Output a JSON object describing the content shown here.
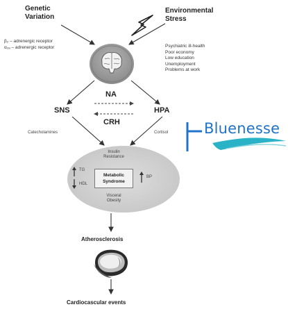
{
  "genetic": {
    "title_line1": "Genetic",
    "title_line2": "Variation",
    "items": [
      "β₂ – adrenergic receptor",
      "α₂ₐ – adrenergic receptor"
    ]
  },
  "environmental": {
    "title_line1": "Environmental",
    "title_line2": "Stress",
    "items": [
      "Psychiatric ill-health",
      "Poor economy",
      "Low education",
      "Unemployment",
      "Problems at work"
    ]
  },
  "nodes": {
    "na": "NA",
    "crh": "CRH",
    "sns": "SNS",
    "hpa": "HPA"
  },
  "mediators": {
    "left": "Catecholamines",
    "right": "Cortisol"
  },
  "metabolic": {
    "top_line1": "Insulin",
    "top_line2": "Resistance",
    "center_line1": "Metabolic",
    "center_line2": "Syndrome",
    "left_tg": "TG",
    "left_hdl": "HDL",
    "right_bp": "BP",
    "bottom_line1": "Visceral",
    "bottom_line2": "Obesity"
  },
  "outcomes": {
    "atherosclerosis": "Atherosclerosis",
    "cardiovascular": "Cardiocascular events"
  },
  "brand": {
    "name": "Bluenesse",
    "color": "#1f73c9",
    "wave_color": "#2ab3c6"
  },
  "icons": {
    "brain": "brain-icon",
    "lightning": "lightning-bolt-icon",
    "artery": "artery-cross-section-icon"
  }
}
